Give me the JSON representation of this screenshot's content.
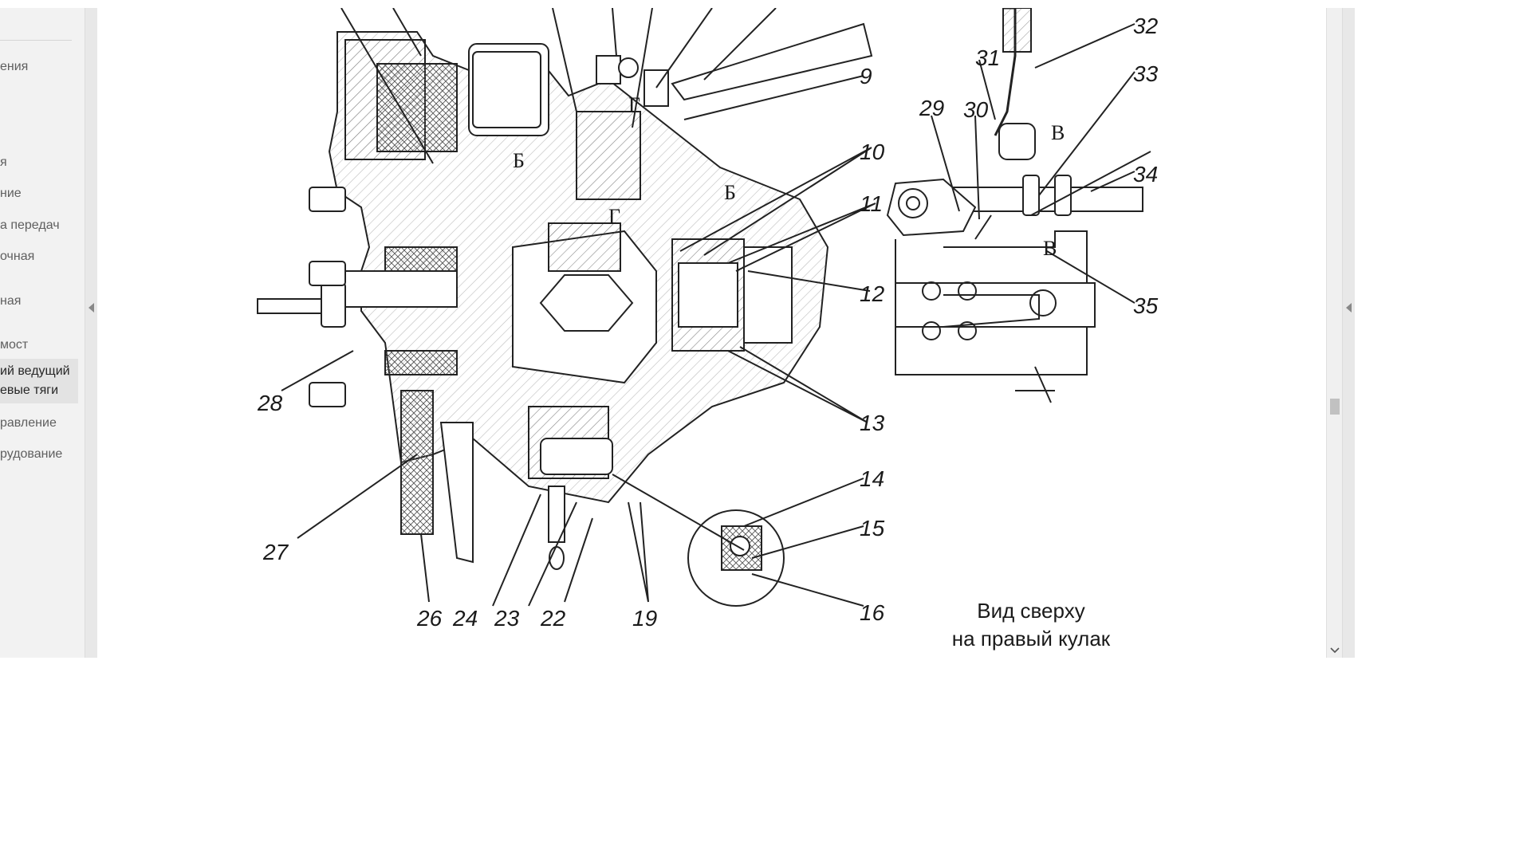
{
  "sidebar": {
    "items": [
      {
        "label": "ения"
      },
      {
        "label": "я"
      },
      {
        "label": "ние"
      },
      {
        "label": "а передач"
      },
      {
        "label": "очная"
      },
      {
        "label": "ная"
      },
      {
        "label": "мост"
      },
      {
        "label": "ий ведущий",
        "label2": "евые тяги",
        "active": true
      },
      {
        "label": "равление"
      },
      {
        "label": "рудование"
      }
    ]
  },
  "figure": {
    "callouts": [
      "9",
      "10",
      "11",
      "12",
      "13",
      "14",
      "15",
      "16",
      "19",
      "22",
      "23",
      "24",
      "26",
      "27",
      "28",
      "29",
      "30",
      "31",
      "32",
      "33",
      "34",
      "35"
    ],
    "section_marks": [
      "Г",
      "Б",
      "Б",
      "Г",
      "В",
      "В"
    ],
    "caption_line1": "Вид сверху",
    "caption_line2": "на правый кулак"
  }
}
